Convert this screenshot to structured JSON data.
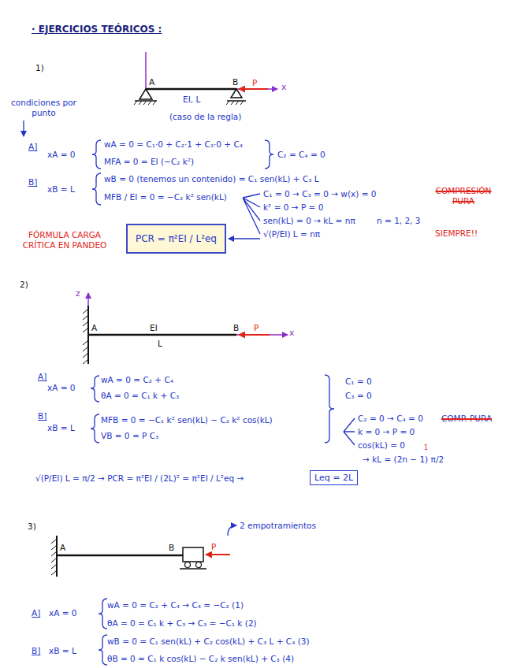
{
  "diagram": {
    "title": "· EJERCICIOS TEÓRICOS :",
    "nodes": [
      {
        "text": [
          "PCR = π²EI / L²eq"
        ]
      },
      {
        "text": [
          "Leq = 2L"
        ]
      }
    ],
    "labels": [
      "1)",
      "A",
      "B",
      "P",
      "x",
      "EI, L",
      "(caso de la regla)",
      "condiciones por punto",
      "A]",
      "xA = 0",
      "wA = 0 = C₁·0 + C₂·1 + C₃·0 + C₄",
      "MFA = 0 = EI (−C₂ k²)",
      "C₂ = C₄ = 0",
      "B]",
      "xB = L",
      "wB = 0 (tenemos un contenido) = C₁ sen(kL) + C₃ L",
      "MFB / EI = 0 = −C₂ k² sen(kL)",
      "C₁ = 0 → C₃ = 0 → w(x) = 0",
      "COMPRESIÓN PURA",
      "k² = 0 → P = 0",
      "sen(kL) = 0 → kL = nπ",
      "n = 1, 2, 3",
      "SIEMPRE!!",
      "√(P/EI) L = nπ",
      "FÓRMULA CARGA CRÍTICA EN PANDEO",
      "2)",
      "z",
      "A",
      "EI",
      "L",
      "B",
      "P",
      "x",
      "A]",
      "xA = 0",
      "wA = 0 = C₂ + C₄",
      "θA = 0 = C₁ k + C₃",
      "B]",
      "xB = L",
      "MFB = 0 = −C₁ k² sen(kL) − C₂ k² cos(kL)",
      "VB = 0 = P C₃",
      "C₁ = 0",
      "C₃ = 0",
      "C₂ = 0 → C₄ = 0",
      "COMP. PURA",
      "k = 0 → P = 0",
      "cos(kL) = 0",
      "→ kL = (2n − 1) π/2",
      "1",
      "√(P/EI) L = π/2 → PCR = π²EI / (2L)² = π²EI / L²eq →",
      "3)",
      "A",
      "B",
      "P",
      "2 empotramientos",
      "A]",
      "xA = 0",
      "wA = 0 = C₂ + C₄ → C₄ = −C₂ (1)",
      "θA = 0 = C₁ k + C₃ → C₃ = −C₁ k (2)",
      "B]",
      "xB = L",
      "wB = 0 = C₁ sen(kL) + C₂ cos(kL) + C₃ L + C₄ (3)",
      "θB = 0 = C₁ k cos(kL) − C₂ k sen(kL) + C₃ (4)"
    ]
  }
}
